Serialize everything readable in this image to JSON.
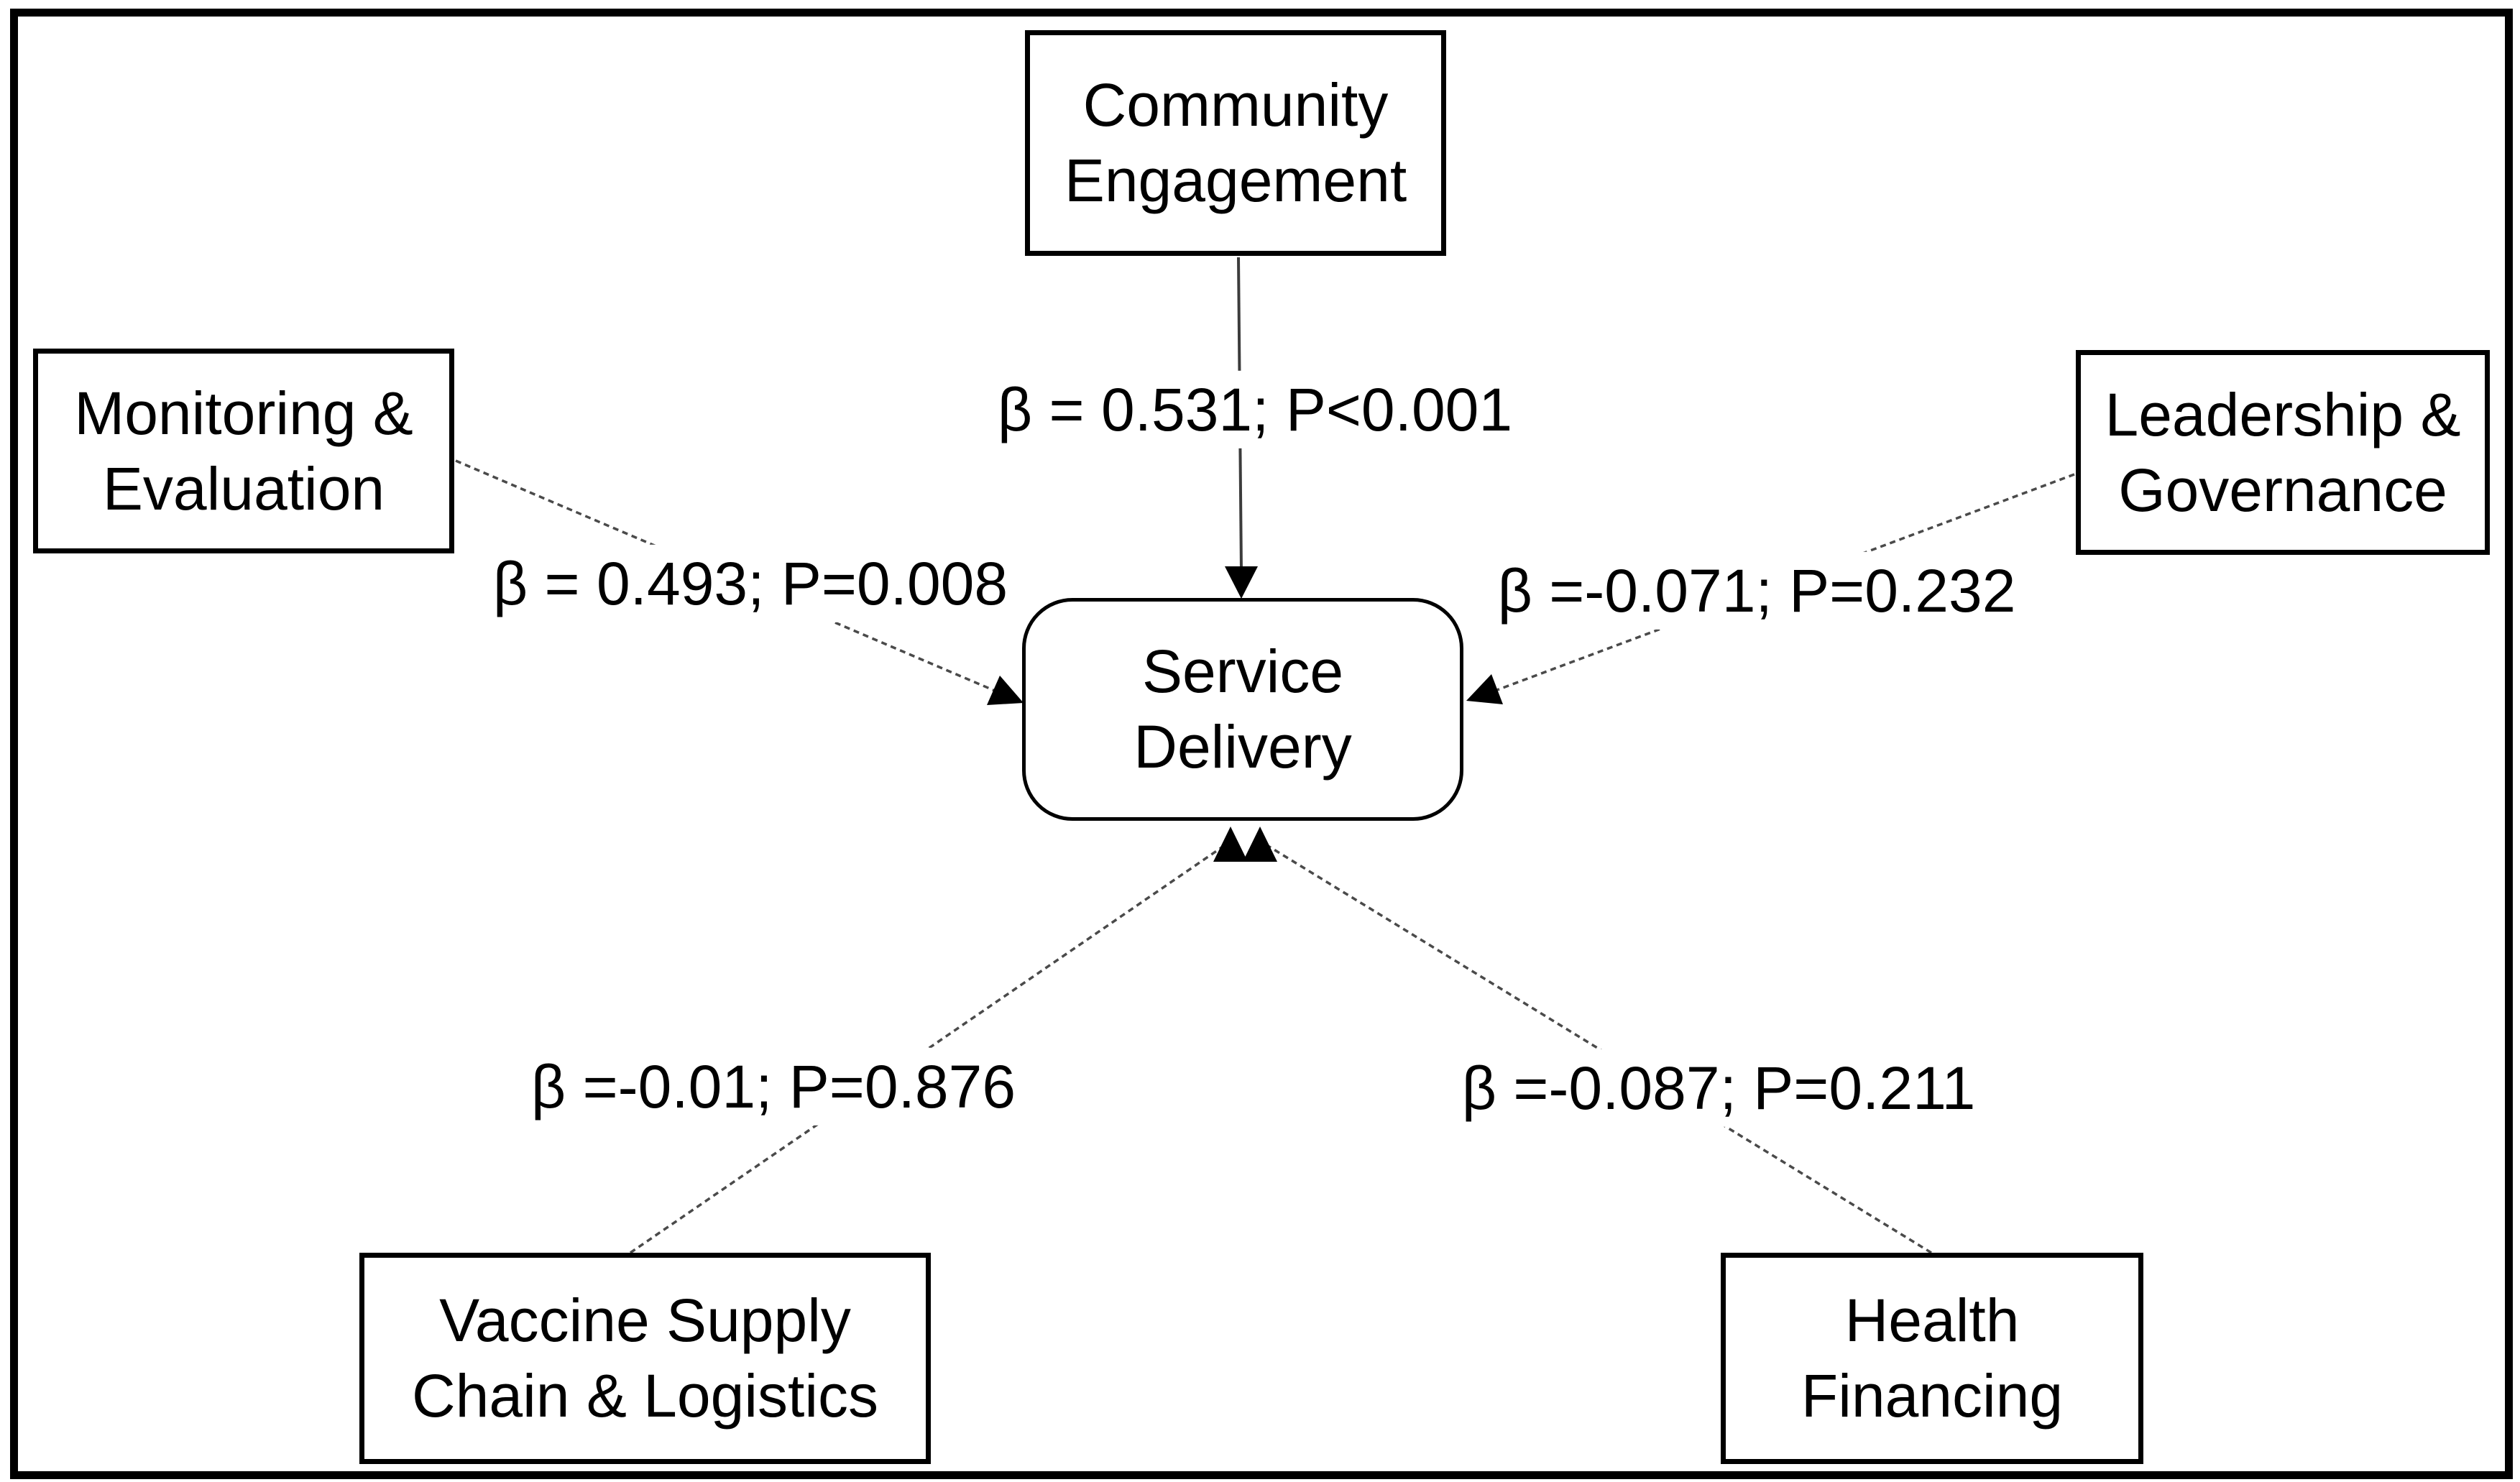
{
  "figure": {
    "type": "path-diagram",
    "colors": {
      "background": "#ffffff",
      "frame_border": "#000000",
      "node_border": "#000000",
      "text": "#000000",
      "connector_line": "#474747",
      "arrowhead": "#000000"
    },
    "center_node": {
      "id": "service-delivery",
      "lines": [
        "Service",
        "Delivery"
      ]
    },
    "nodes": [
      {
        "id": "community-engagement",
        "lines": [
          "Community",
          "Engagement"
        ],
        "path_label": "β = 0.531; P<0.001"
      },
      {
        "id": "monitoring-evaluation",
        "lines": [
          "Monitoring &",
          "Evaluation"
        ],
        "path_label": "β = 0.493; P=0.008"
      },
      {
        "id": "leadership-governance",
        "lines": [
          "Leadership &",
          "Governance"
        ],
        "path_label": "β =-0.071; P=0.232"
      },
      {
        "id": "vaccine-supply-chain-logistics",
        "lines": [
          "Vaccine Supply",
          "Chain & Logistics"
        ],
        "path_label": "β =-0.01; P=0.876"
      },
      {
        "id": "health-financing",
        "lines": [
          "Health",
          "Financing"
        ],
        "path_label": "β =-0.087; P=0.211"
      }
    ]
  }
}
